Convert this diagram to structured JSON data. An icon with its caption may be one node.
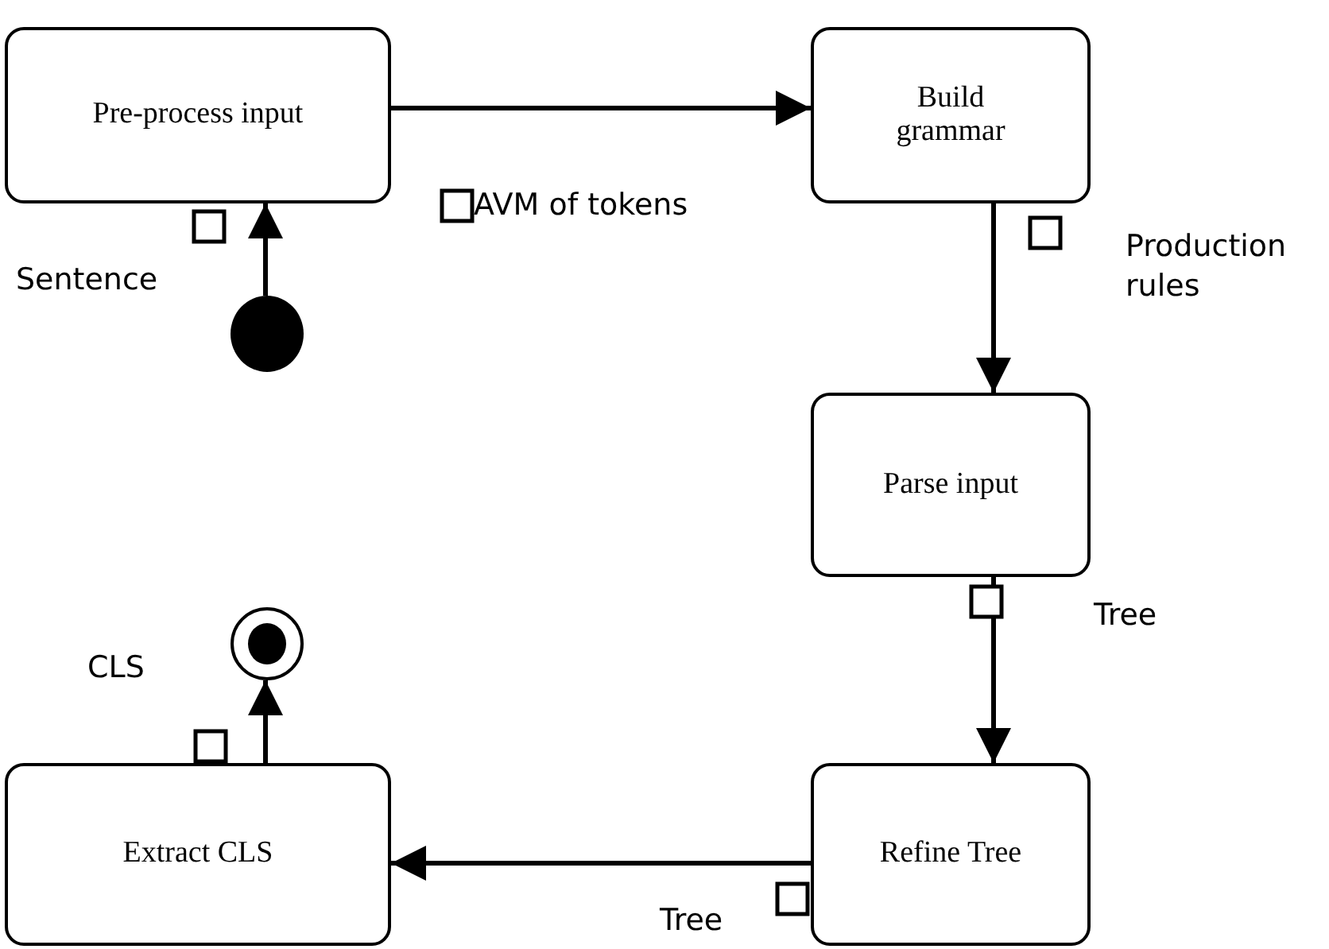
{
  "diagram": {
    "nodes": [
      {
        "text": [
          "Pre-process input"
        ]
      },
      {
        "text": [
          "Build grammar"
        ]
      },
      {
        "text": [
          "Parse input"
        ]
      },
      {
        "text": [
          "Refine Tree"
        ]
      },
      {
        "text": [
          "Extract CLS"
        ]
      },
      {
        "text": [],
        "shape": "circle"
      },
      {
        "text": [],
        "shape": "bullseye"
      }
    ],
    "edges": [
      {
        "from": 5,
        "to": 0,
        "arrow": "to"
      },
      {
        "from": 0,
        "to": 1,
        "arrow": "to"
      },
      {
        "from": 1,
        "to": 2,
        "arrow": "to"
      },
      {
        "from": 2,
        "to": 3,
        "arrow": "to"
      },
      {
        "from": 3,
        "to": 4,
        "arrow": "to"
      },
      {
        "from": 4,
        "to": 6,
        "arrow": "to"
      }
    ],
    "labels": [
      "Sentence",
      "AVM of tokens",
      "Production rules",
      "Tree",
      "CLS",
      "Tree"
    ]
  }
}
